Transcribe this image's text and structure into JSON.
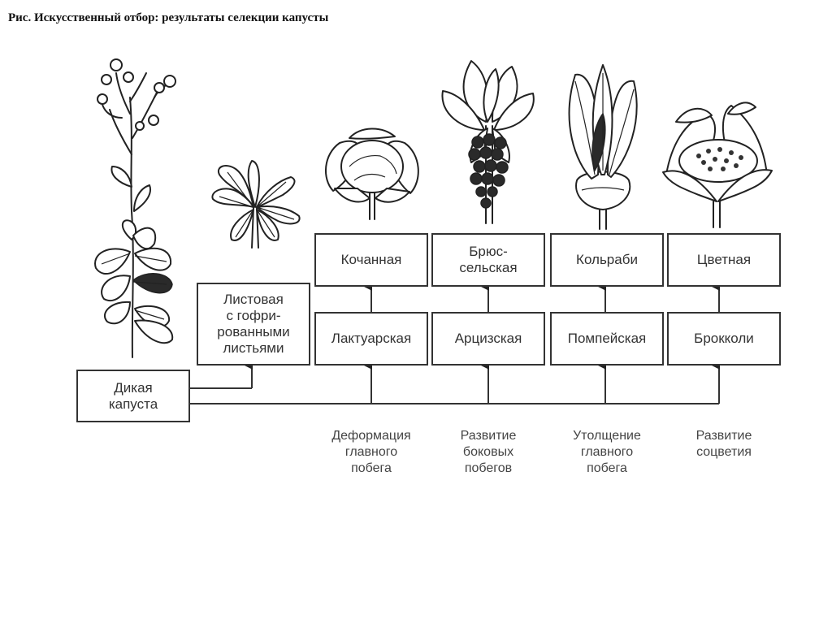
{
  "title": {
    "prefix": "Рис.",
    "text": "Искусственный отбор: результаты селекции капусты"
  },
  "boxes": {
    "wild": "Дикая\nкапуста",
    "leafy": "Листовая\nс гофри-\nрованными\nлистьями",
    "lactuar": "Лактуарская",
    "head": "Кочанная",
    "arciz": "Арцизская",
    "brussels": "Брюс-\nсельская",
    "pompei": "Помпейская",
    "kohlrabi": "Кольраби",
    "broccoli": "Брокколи",
    "cauliflower": "Цветная"
  },
  "captions": {
    "main_shoot_deformation": "Деформация\nглавного\nпобега",
    "lateral_shoots": "Развитие\nбоковых\nпобегов",
    "main_shoot_thickening": "Утолщение\nглавного\nпобега",
    "inflorescence": "Развитие\nсоцветия"
  },
  "illustrations": [
    "wild-cabbage-plant",
    "leafy-kale",
    "head-cabbage",
    "brussels-sprouts",
    "kohlrabi",
    "cauliflower"
  ]
}
